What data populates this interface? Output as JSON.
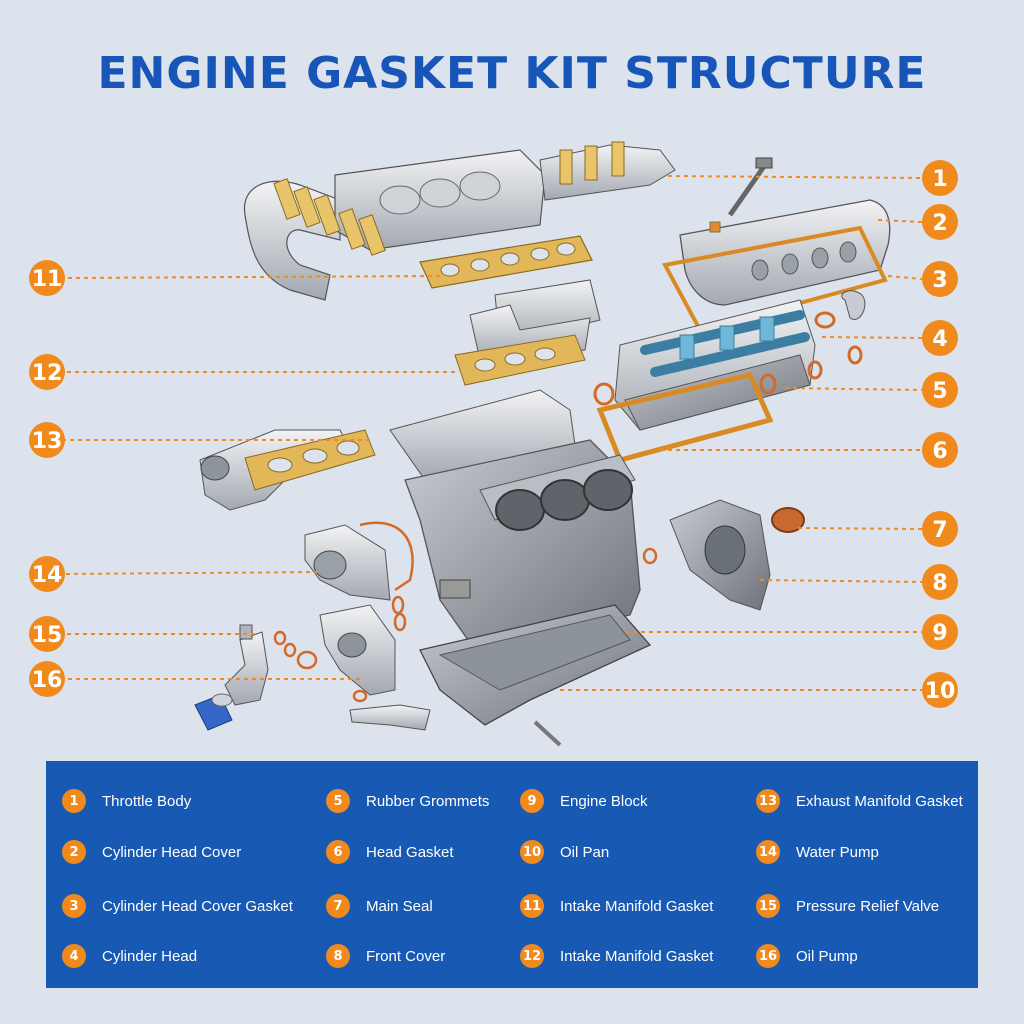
{
  "title": "ENGINE GASKET KIT STRUCTURE",
  "accent_color": "#f08a1c",
  "title_color": "#1756b8",
  "legend_color": "#1759b3",
  "callouts": [
    "1",
    "2",
    "3",
    "4",
    "5",
    "6",
    "7",
    "8",
    "9",
    "10",
    "11",
    "12",
    "13",
    "14",
    "15",
    "16"
  ],
  "legend": [
    {
      "num": "1",
      "label": "Throttle Body"
    },
    {
      "num": "2",
      "label": "Cylinder Head Cover"
    },
    {
      "num": "3",
      "label": "Cylinder Head Cover Gasket"
    },
    {
      "num": "4",
      "label": "Cylinder Head"
    },
    {
      "num": "5",
      "label": "Rubber Grommets"
    },
    {
      "num": "6",
      "label": "Head Gasket"
    },
    {
      "num": "7",
      "label": "Main Seal"
    },
    {
      "num": "8",
      "label": "Front Cover"
    },
    {
      "num": "9",
      "label": "Engine Block"
    },
    {
      "num": "10",
      "label": "Oil Pan"
    },
    {
      "num": "11",
      "label": "Intake Manifold Gasket"
    },
    {
      "num": "12",
      "label": "Intake Manifold Gasket"
    },
    {
      "num": "13",
      "label": "Exhaust Manifold Gasket"
    },
    {
      "num": "14",
      "label": "Water Pump"
    },
    {
      "num": "15",
      "label": "Pressure Relief Valve"
    },
    {
      "num": "16",
      "label": "Oil Pump"
    }
  ]
}
